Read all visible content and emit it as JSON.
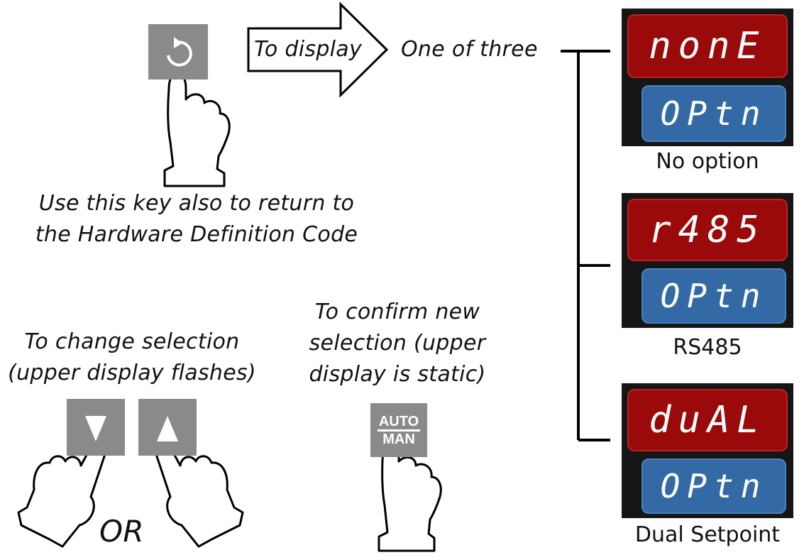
{
  "arrow_label": "To display",
  "one_of_three": "One of three",
  "return_note": [
    "Use this key also to return to",
    "the Hardware Definition Code"
  ],
  "change_note": [
    "To change selection",
    "(upper display flashes)"
  ],
  "confirm_note": [
    "To confirm new",
    "selection (upper",
    "display is static)"
  ],
  "or_label": "OR",
  "auto_man_key": {
    "top": "AUTO",
    "bottom": "MAN"
  },
  "options": [
    {
      "upper": "nonE",
      "lower": "OPtn",
      "label": "No option"
    },
    {
      "upper": "r485",
      "lower": "OPtn",
      "label": "RS485"
    },
    {
      "upper": "duAL",
      "lower": "OPtn",
      "label": "Dual Setpoint"
    }
  ],
  "colors": {
    "upper_display": "#9b0a0a",
    "lower_display": "#336aa6",
    "key": "#8a8a8a"
  }
}
